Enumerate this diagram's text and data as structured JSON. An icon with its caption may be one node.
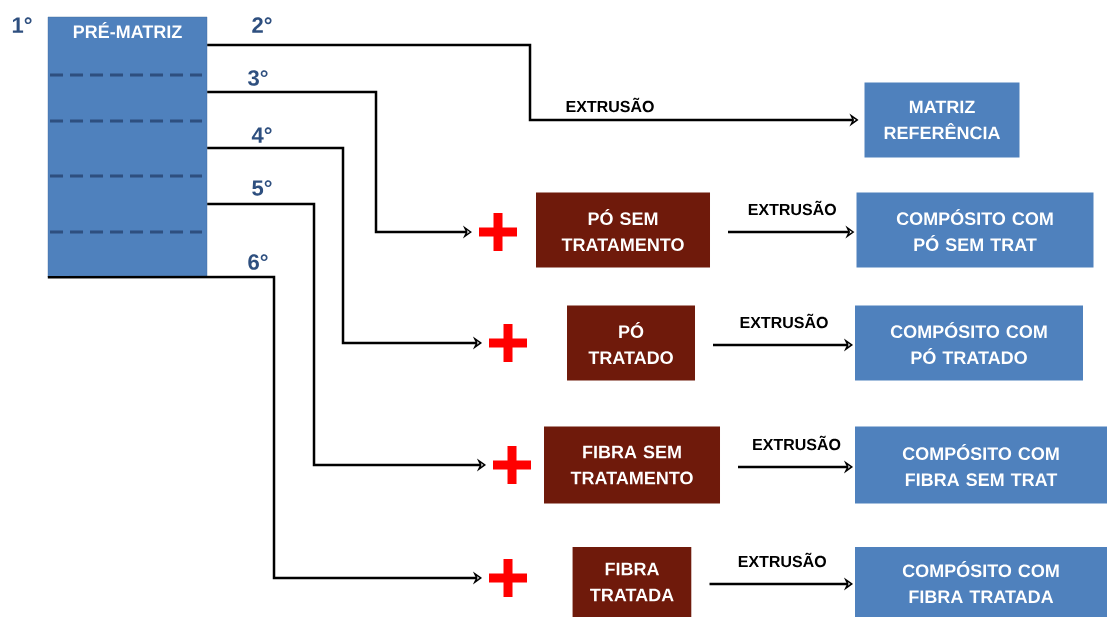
{
  "diagram": {
    "nodes": [
      {
        "text": [
          "PRÉ-MATRIZ"
        ]
      },
      {
        "text": [
          "MATRIZ REFERÊNCIA"
        ]
      },
      {
        "text": [],
        "shape": "plus"
      },
      {
        "text": [
          "PÓ SEM TRATAMENTO"
        ]
      },
      {
        "text": [
          "COMPÓSITO COM PÓ SEM TRAT"
        ]
      },
      {
        "text": [],
        "shape": "plus"
      },
      {
        "text": [
          "PÓ TRATADO"
        ]
      },
      {
        "text": [
          "COMPÓSITO COM PÓ TRATADO"
        ]
      },
      {
        "text": [],
        "shape": "plus"
      },
      {
        "text": [
          "FIBRA SEM TRATAMENTO"
        ]
      },
      {
        "text": [
          "COMPÓSITO COM FIBRA SEM TRAT"
        ]
      },
      {
        "text": [],
        "shape": "plus"
      },
      {
        "text": [
          "FIBRA TRATADA"
        ]
      },
      {
        "text": [
          "COMPÓSITO COM FIBRA TRATADA"
        ]
      }
    ],
    "edges": [
      {
        "from": 0,
        "to": 1,
        "arrow": "to",
        "label": "EXTRUSÃO"
      },
      {
        "from": 0,
        "to": 2,
        "arrow": "to"
      },
      {
        "from": 0,
        "to": 5,
        "arrow": "to"
      },
      {
        "from": 0,
        "to": 8,
        "arrow": "to"
      },
      {
        "from": 0,
        "to": 11,
        "arrow": "to"
      },
      {
        "from": 3,
        "to": 4,
        "arrow": "to",
        "label": "EXTRUSÃO"
      },
      {
        "from": 6,
        "to": 7,
        "arrow": "to",
        "label": "EXTRUSÃO"
      },
      {
        "from": 9,
        "to": 10,
        "arrow": "to",
        "label": "EXTRUSÃO"
      },
      {
        "from": 12,
        "to": 13,
        "arrow": "to",
        "label": "EXTRUSÃO"
      }
    ],
    "labels": [
      "1°",
      "2°",
      "3°",
      "4°",
      "5°",
      "6°"
    ]
  }
}
